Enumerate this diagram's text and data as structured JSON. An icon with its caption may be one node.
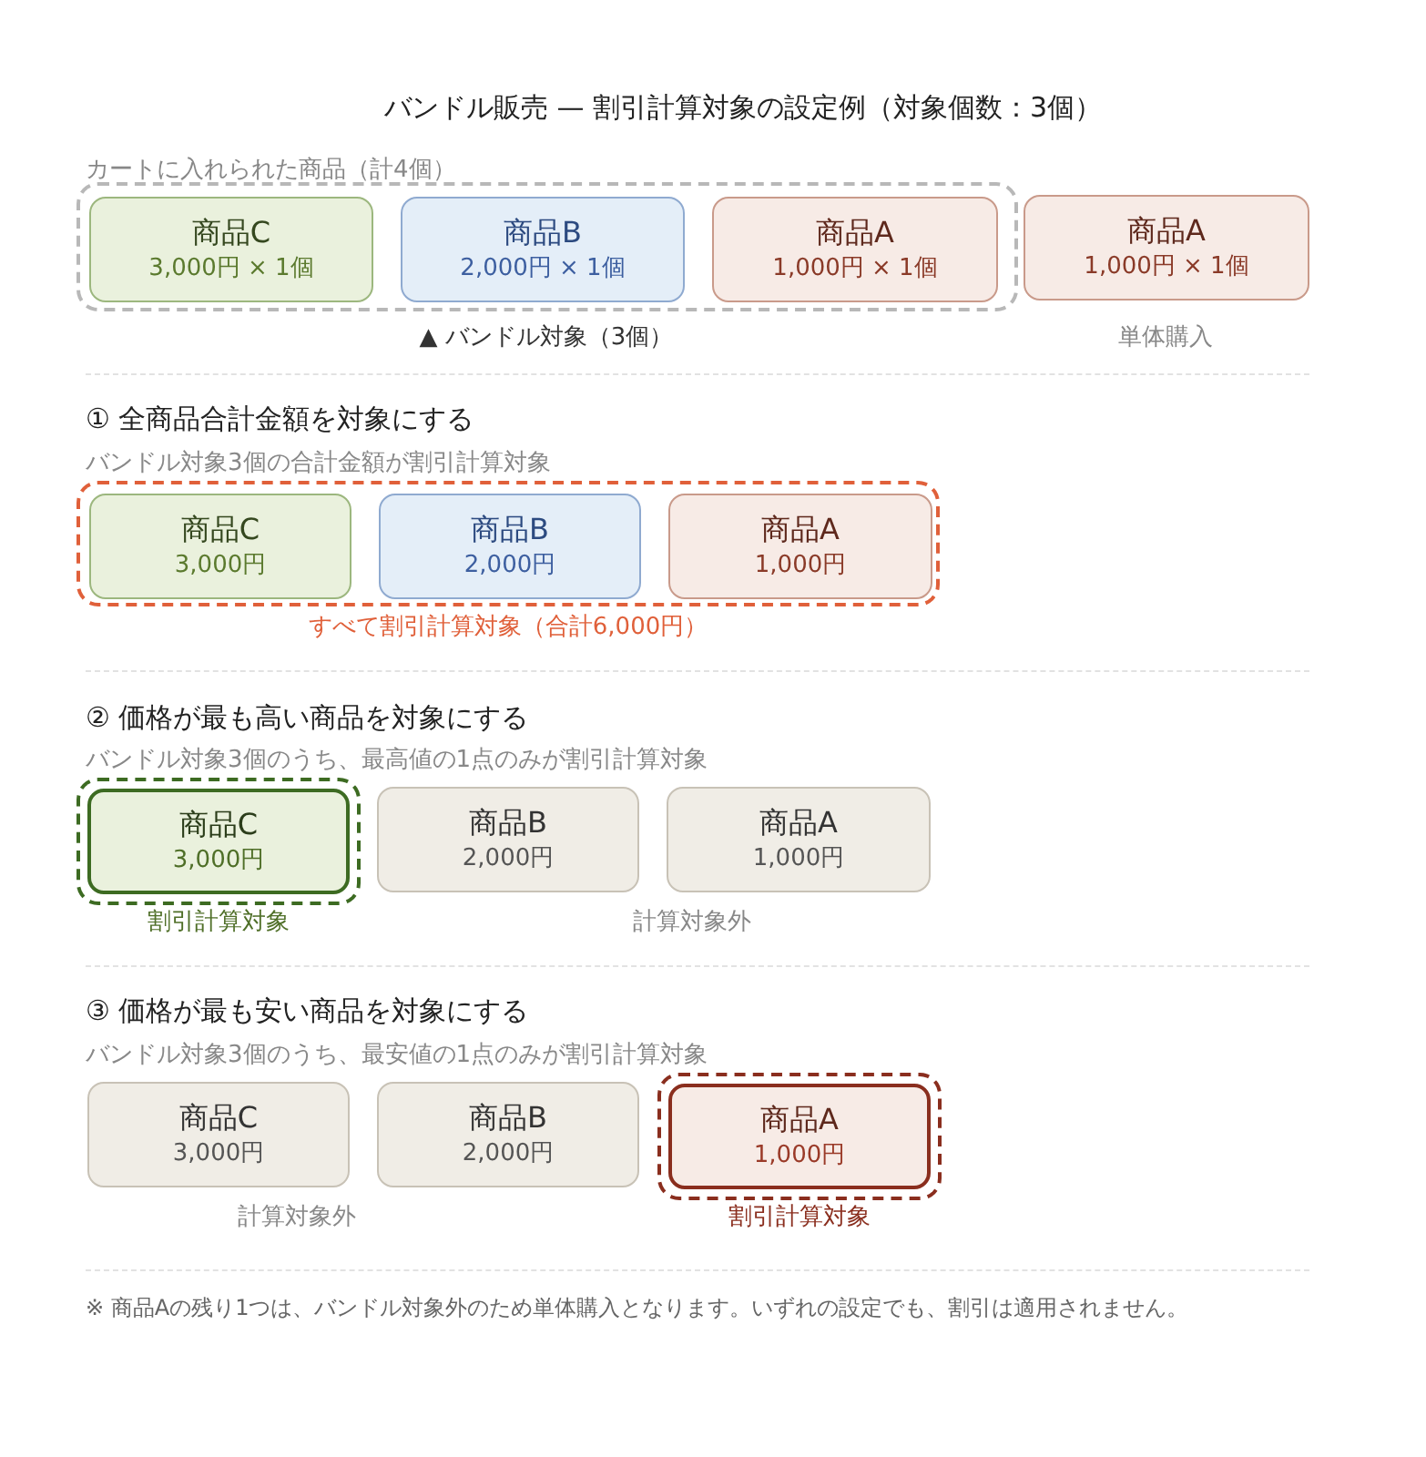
{
  "diagram": {
    "title": "バンドル販売 — 割引計算対象の設定例（対象個数：3個）",
    "nodes": [
      {
        "text": [],
        "shape": "box",
        "beside": [
          "▲ バンドル対象（3個）"
        ]
      },
      {
        "text": [
          "商品C",
          "3,000円 × 1個"
        ],
        "in": 0
      },
      {
        "text": [
          "商品B",
          "2,000円 × 1個"
        ],
        "in": 0
      },
      {
        "text": [
          "商品A",
          "1,000円 × 1個"
        ],
        "in": 0
      },
      {
        "text": [
          "商品A",
          "1,000円 × 1個"
        ],
        "beside": [
          "単体購入"
        ]
      },
      {
        "text": [],
        "shape": "box",
        "beside": [
          "すべて割引計算対象（合計6,000円）"
        ]
      },
      {
        "text": [
          "商品C",
          "3,000円"
        ],
        "in": 5
      },
      {
        "text": [
          "商品B",
          "2,000円"
        ],
        "in": 5
      },
      {
        "text": [
          "商品A",
          "1,000円"
        ],
        "in": 5
      },
      {
        "text": [],
        "shape": "box",
        "beside": [
          "割引計算対象"
        ]
      },
      {
        "text": [
          "商品C",
          "3,000円"
        ],
        "in": 9
      },
      {
        "text": [
          "商品B",
          "2,000円"
        ]
      },
      {
        "text": [
          "商品A",
          "1,000円"
        ]
      },
      {
        "text": [
          "商品C",
          "3,000円"
        ]
      },
      {
        "text": [
          "商品B",
          "2,000円"
        ]
      },
      {
        "text": [],
        "shape": "box",
        "beside": [
          "割引計算対象"
        ]
      },
      {
        "text": [
          "商品A",
          "1,000円"
        ],
        "in": 15
      }
    ],
    "edges": [],
    "labels": [
      "カートに入れられた商品（計4個）",
      "① 全商品合計金額を対象にする",
      "バンドル対象3個の合計金額が割引計算対象",
      "② 価格が最も高い商品を対象にする",
      "バンドル対象3個のうち、最高値の1点のみが割引計算対象",
      "計算対象外",
      "③ 価格が最も安い商品を対象にする",
      "バンドル対象3個のうち、最安値の1点のみが割引計算対象",
      "計算対象外"
    ],
    "caption": "※ 商品Aの残り1つは、バンドル対象外のため単体購入となります。いずれの設定でも、割引は適用されません。"
  }
}
